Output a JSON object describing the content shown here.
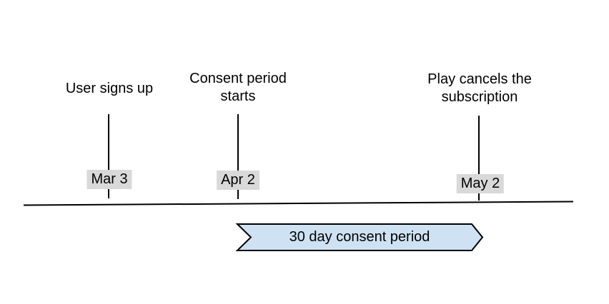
{
  "colors": {
    "line": "#000000",
    "text": "#000000",
    "date_label_bg": "#d9d9d9",
    "banner_fill": "#cfe2f3",
    "banner_border": "#000000"
  },
  "events": [
    {
      "lines": [
        "User signs up"
      ],
      "date": "Mar 3"
    },
    {
      "lines": [
        "Consent period",
        "starts"
      ],
      "date": "Apr 2"
    },
    {
      "lines": [
        "Play cancels the",
        "subscription"
      ],
      "date": "May 2"
    }
  ],
  "banner": {
    "label": "30 day consent period"
  }
}
